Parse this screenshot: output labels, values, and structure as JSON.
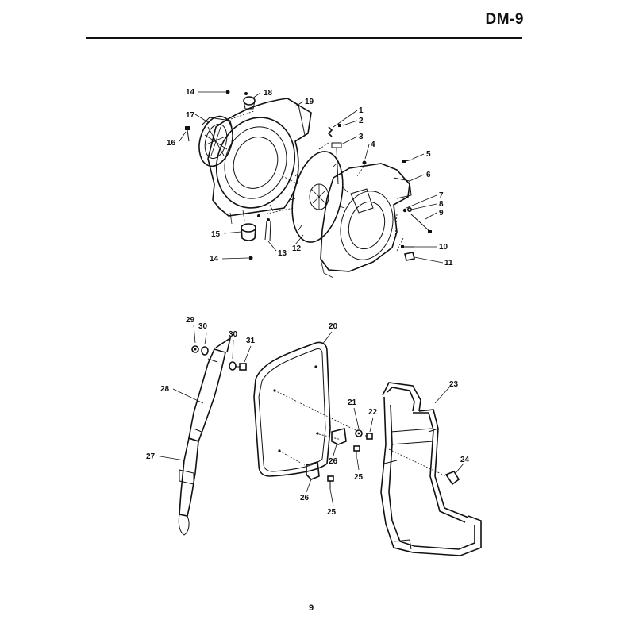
{
  "header": {
    "title": "DM-9"
  },
  "footer": {
    "page_number": "9"
  },
  "diagram": {
    "callouts": [
      "1",
      "2",
      "3",
      "4",
      "5",
      "6",
      "7",
      "8",
      "9",
      "10",
      "11",
      "12",
      "13",
      "14",
      "14",
      "15",
      "16",
      "17",
      "18",
      "19",
      "20",
      "21",
      "22",
      "23",
      "24",
      "25",
      "25",
      "26",
      "26",
      "27",
      "28",
      "29",
      "30",
      "30",
      "31"
    ]
  }
}
